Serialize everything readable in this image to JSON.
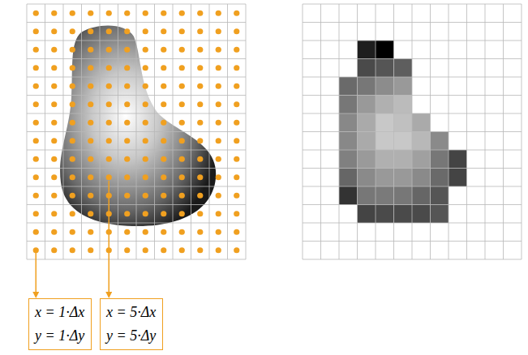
{
  "diagram": {
    "nodes": [
      {
        "text": [
          "x = 1·Δx",
          "y = 1·Δy"
        ]
      },
      {
        "text": [
          "x = 5·Δx",
          "y = 5·Δy"
        ]
      }
    ]
  }
}
